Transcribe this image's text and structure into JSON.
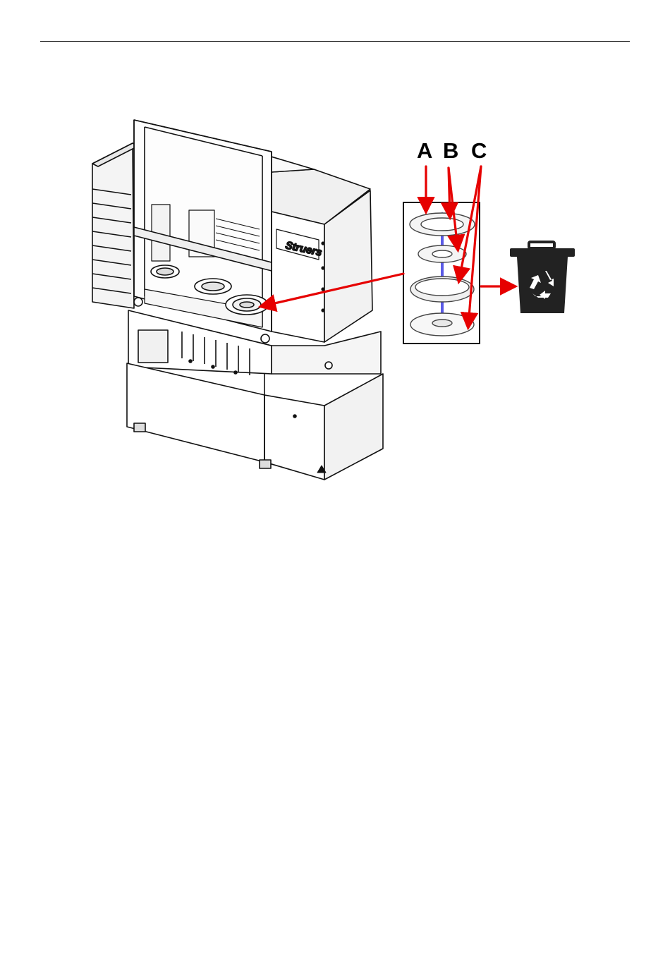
{
  "header": {
    "rule": true
  },
  "figure": {
    "brand": "Struers",
    "callouts": [
      {
        "id": "A",
        "label": "A"
      },
      {
        "id": "B",
        "label": "B"
      },
      {
        "id": "C",
        "label": "C"
      }
    ],
    "icons": {
      "bin": "recycle-bin-icon",
      "warning": "warning-triangle-icon"
    },
    "colors": {
      "arrow": "#e60000",
      "stack_axis": "#5a5ae6",
      "bin": "#222222",
      "outline": "#111111"
    }
  }
}
